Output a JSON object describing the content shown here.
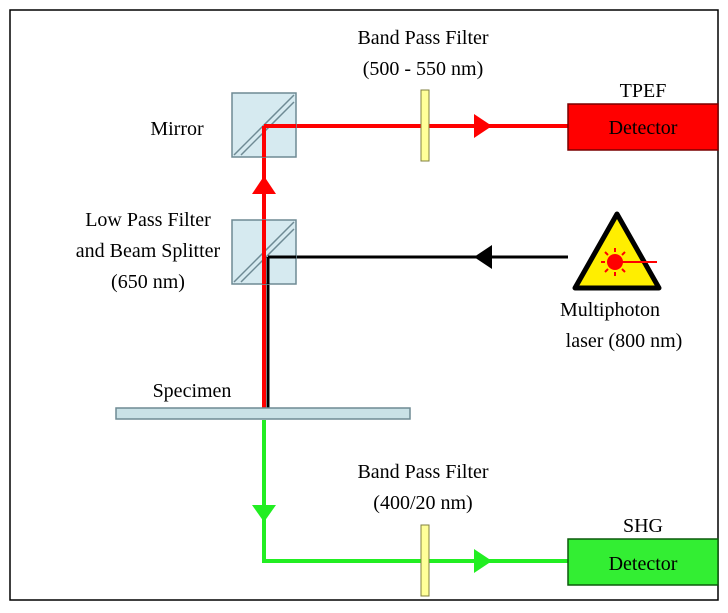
{
  "labels": {
    "bpf_top_line1": "Band Pass Filter",
    "bpf_top_line2": "(500 - 550 nm)",
    "tpef": "TPEF",
    "tpef_detector": "Detector",
    "mirror": "Mirror",
    "lpf_line1": "Low Pass Filter",
    "lpf_line2": "and Beam Splitter",
    "lpf_line3": "(650 nm)",
    "laser_line1": "Multiphoton",
    "laser_line2": "laser (800 nm)",
    "specimen": "Specimen",
    "bpf_bottom_line1": "Band Pass Filter",
    "bpf_bottom_line2": "(400/20 nm)",
    "shg": "SHG",
    "shg_detector": "Detector"
  },
  "colors": {
    "tpef_beam": "#ff0000",
    "shg_beam": "#22ee22",
    "laser_beam": "#000000",
    "tpef_detector_fill": "#ff0000",
    "shg_detector_fill": "#33ee33",
    "optic_fill": "#d6eaf0",
    "specimen_fill": "#c9e1e6",
    "filter_fill": "#ffff99",
    "warning_fill": "#ffee00"
  }
}
